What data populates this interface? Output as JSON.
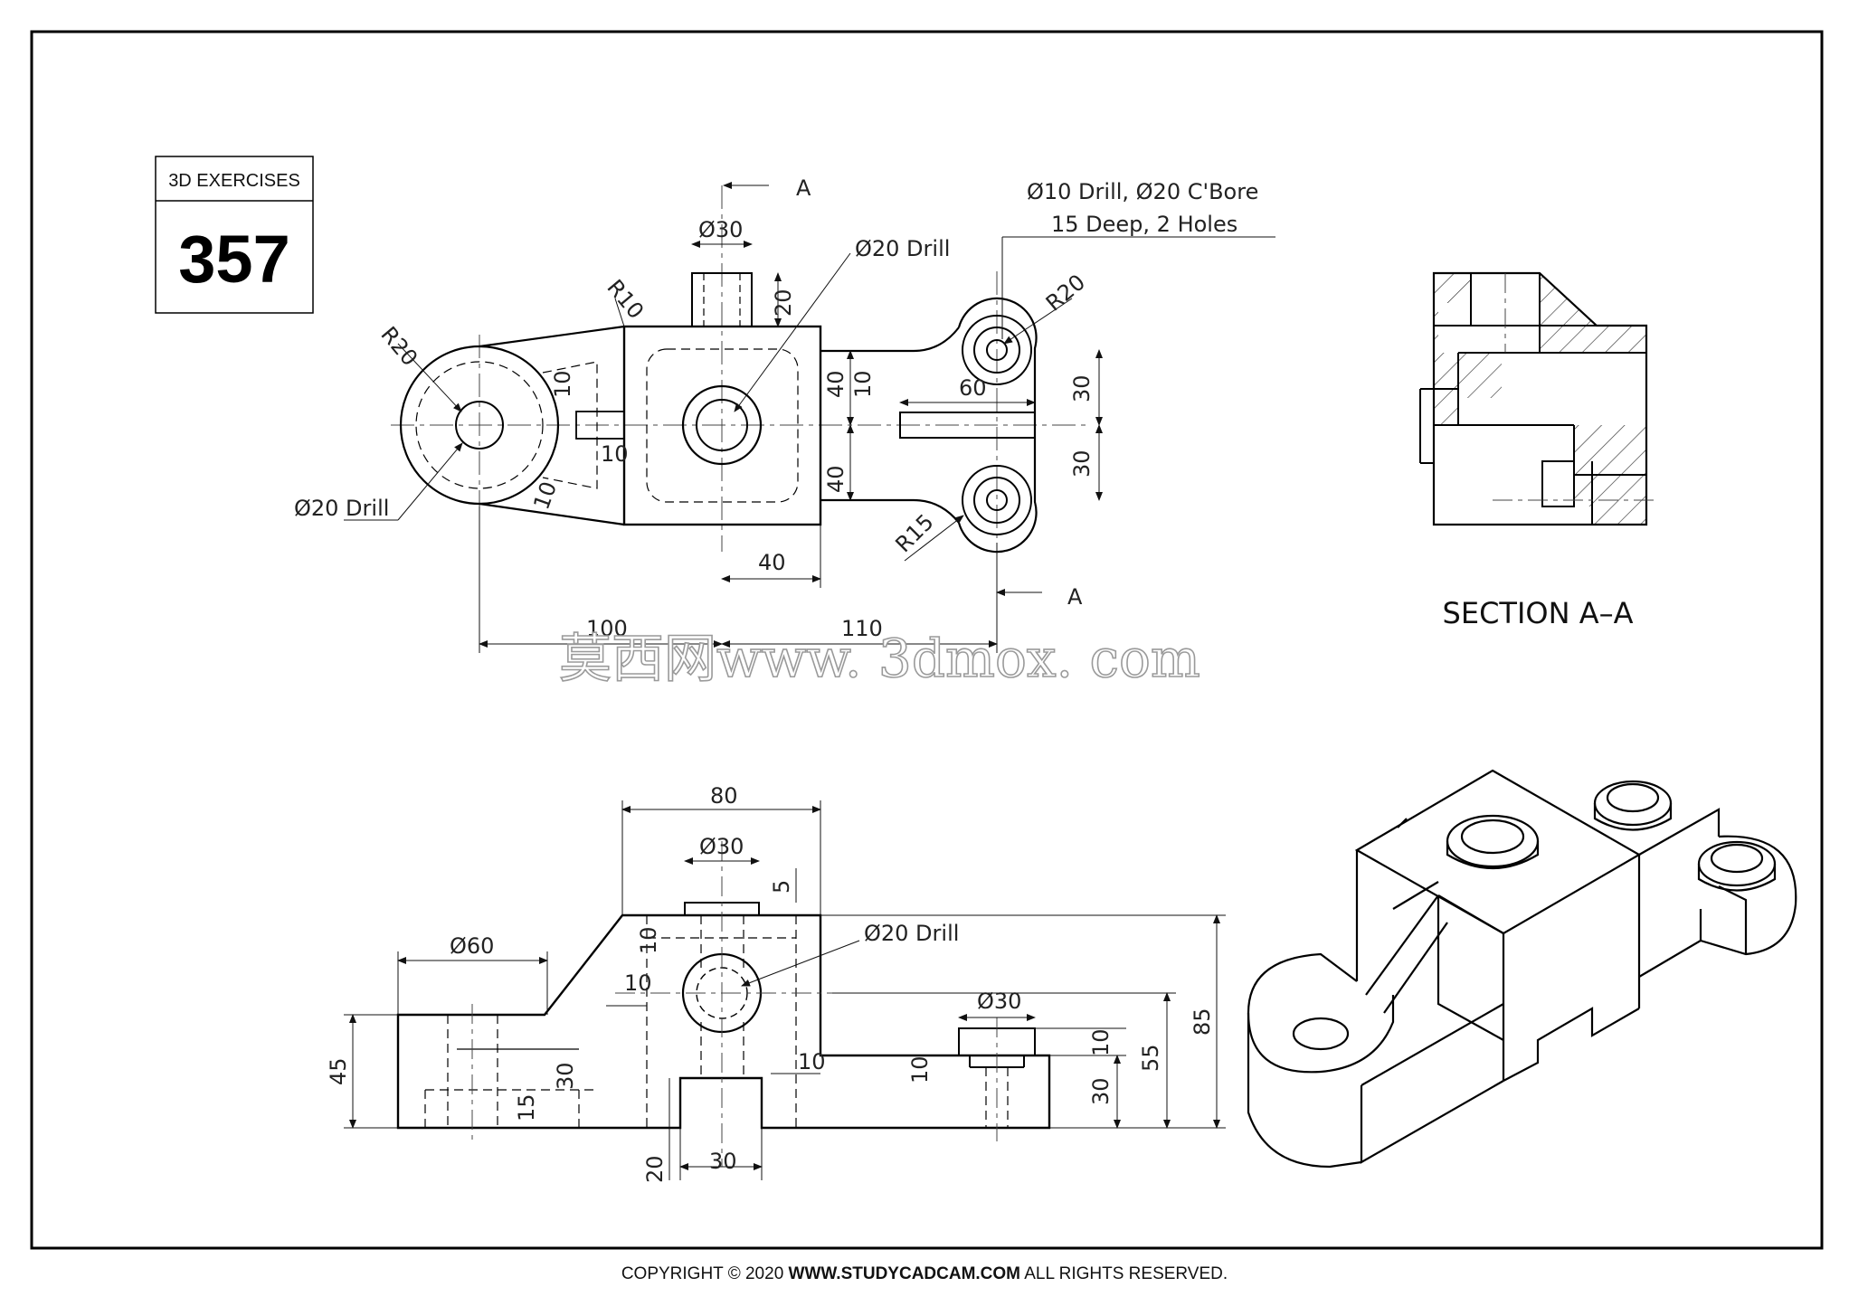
{
  "badge": {
    "caption": "3D EXERCISES",
    "number": "357"
  },
  "top_view": {
    "section_mark": "A",
    "dia30": "Ø30",
    "dim20": "20",
    "r10": "R10",
    "dia20_drill_center": "Ø20 Drill",
    "cbore_note_line1": "Ø10 Drill, Ø20 C'Bore",
    "cbore_note_line2": "15 Deep, 2 Holes",
    "r20_left": "R20",
    "r20_right": "R20",
    "d10_a": "10",
    "d10_b": "10",
    "d10_c": "10",
    "d10_d": "10",
    "d40_upper": "40",
    "d40_lower": "40",
    "d60": "60",
    "d30_upper": "30",
    "d30_lower": "30",
    "dia20_drill_left": "Ø20 Drill",
    "r15": "R15",
    "d40_bottom": "40",
    "d100": "100",
    "d110": "110"
  },
  "section": {
    "label": "SECTION A–A"
  },
  "watermark": "莫西网www. 3dmox. com",
  "front_view": {
    "d80": "80",
    "dia30_top": "Ø30",
    "d5": "5",
    "dia60": "Ø60",
    "dia20_drill": "Ø20 Drill",
    "d10_top": "10",
    "d10_left": "10",
    "dia30_right": "Ø30",
    "d10_right_top": "10",
    "d10_mid": "10",
    "d10_r": "10",
    "d45": "45",
    "d30_inner": "30",
    "d15": "15",
    "d30_r": "30",
    "d55": "55",
    "d85": "85",
    "d20": "20",
    "d30_bottom": "30"
  },
  "footer": {
    "prefix": "COPYRIGHT © 2020 ",
    "site": "WWW.STUDYCADCAM.COM",
    "suffix": " ALL RIGHTS RESERVED."
  }
}
